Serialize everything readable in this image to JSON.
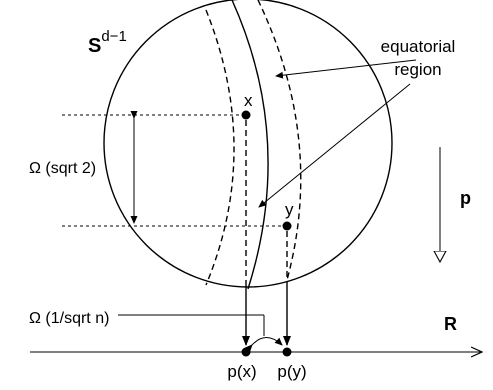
{
  "labels": {
    "sphere_base": "S",
    "sphere_exp": "d−1",
    "equatorial_line1": "equatorial",
    "equatorial_line2": "region",
    "point_x": "x",
    "point_y": "y",
    "distance_sqrt2": "Ω (sqrt 2)",
    "distance_sqrtn": "Ω (1/sqrt n)",
    "projection_p": "p",
    "reals_r": "R",
    "px": "p(x)",
    "py": "p(y)"
  }
}
